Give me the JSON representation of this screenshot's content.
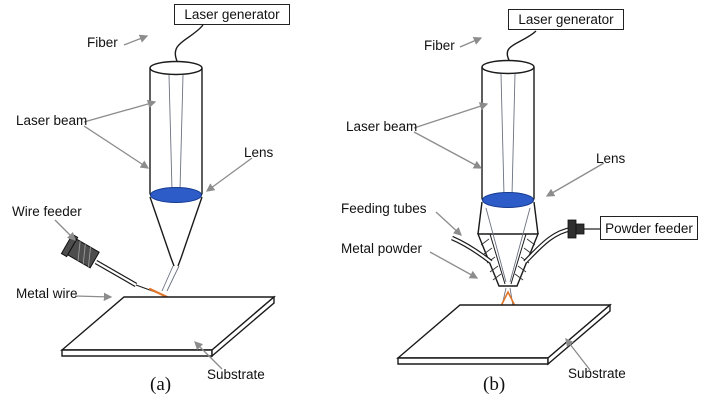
{
  "figure": {
    "panels": [
      {
        "id": "a",
        "caption": "(a)",
        "labels": {
          "laser_generator": "Laser generator",
          "fiber": "Fiber",
          "laser_beam": "Laser beam",
          "lens": "Lens",
          "wire_feeder": "Wire feeder",
          "metal_wire": "Metal wire",
          "substrate": "Substrate"
        }
      },
      {
        "id": "b",
        "caption": "(b)",
        "labels": {
          "laser_generator": "Laser generator",
          "fiber": "Fiber",
          "laser_beam": "Laser beam",
          "lens": "Lens",
          "feeding_tubes": "Feeding tubes",
          "powder_feeder": "Powder feeder",
          "metal_powder": "Metal powder",
          "substrate": "Substrate"
        }
      }
    ],
    "colors": {
      "outline": "#1a1a1a",
      "arrow_gray": "#8c8c8c",
      "lens_blue": "#2d5cc8",
      "deposit_blue": "#3a63c0",
      "wire_orange": "#e2762a"
    }
  }
}
